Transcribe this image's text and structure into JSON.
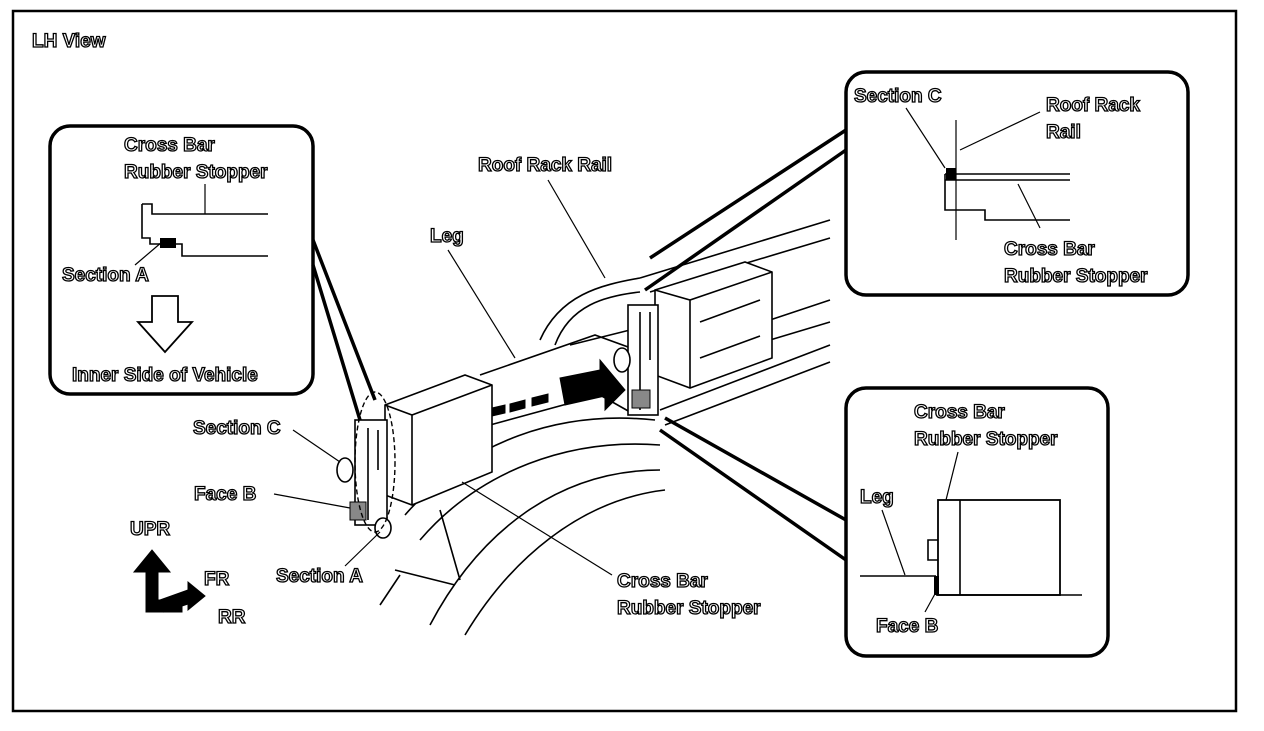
{
  "view_title": "LH View",
  "labels": {
    "cross_bar_rubber_stopper_line1": "Cross Bar",
    "cross_bar_rubber_stopper_line2": "Rubber Stopper",
    "section_a": "Section A",
    "section_c": "Section C",
    "inner_side_of_vehicle": "Inner Side of Vehicle",
    "roof_rack_rail": "Roof Rack Rail",
    "roof_rack_line1": "Roof Rack",
    "roof_rack_line2": "Rail",
    "leg": "Leg",
    "face_b": "Face B"
  },
  "orientation": {
    "upr": "UPR",
    "fr": "FR",
    "rr": "RR"
  }
}
